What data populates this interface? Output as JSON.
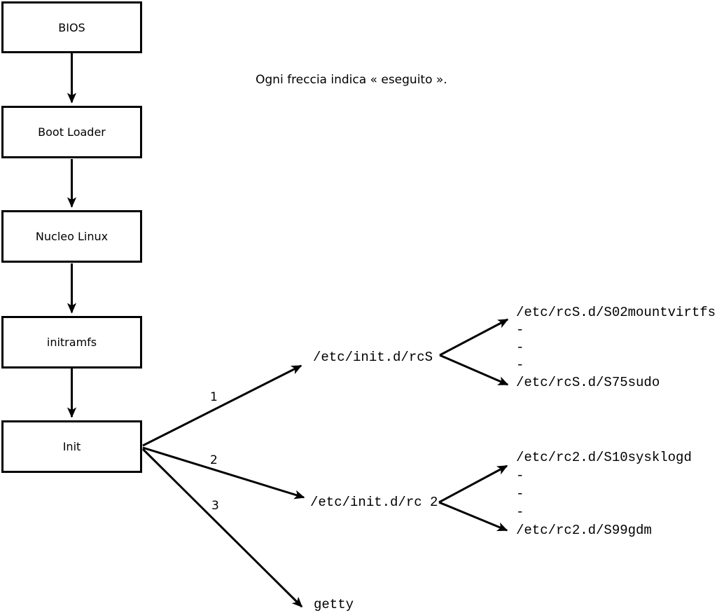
{
  "caption": "Ogni freccia indica « eseguito ».",
  "boxes": [
    {
      "label": "BIOS"
    },
    {
      "label": "Boot Loader"
    },
    {
      "label": "Nucleo Linux"
    },
    {
      "label": "initramfs"
    },
    {
      "label": "Init"
    }
  ],
  "branches": [
    {
      "number": "1",
      "target": "/etc/init.d/rcS",
      "children": [
        "/etc/rcS.d/S02mountvirtfs",
        "-",
        "-",
        "-",
        "/etc/rcS.d/S75sudo"
      ]
    },
    {
      "number": "2",
      "target": "/etc/init.d/rc 2",
      "children": [
        "/etc/rc2.d/S10sysklogd",
        "-",
        "-",
        "-",
        "/etc/rc2.d/S99gdm"
      ]
    },
    {
      "number": "3",
      "target": "getty"
    }
  ],
  "colors": {
    "line": "#000000",
    "background": "#ffffff"
  }
}
